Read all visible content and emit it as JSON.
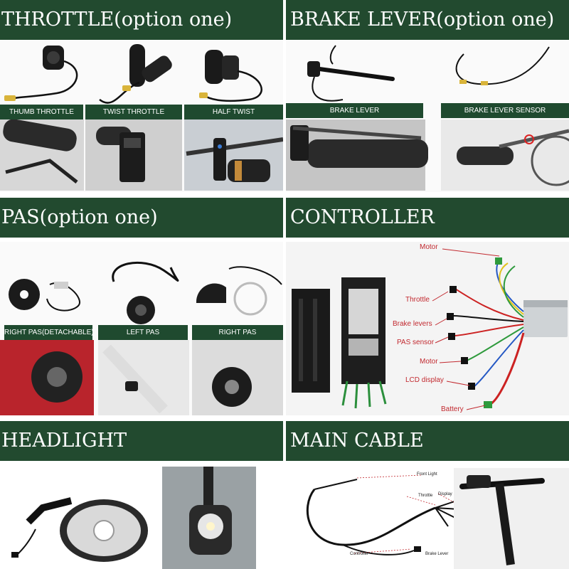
{
  "sections": {
    "throttle": {
      "title": "THROTTLE(option one)",
      "labels": [
        "THUMB THROTTLE",
        "TWIST THROTTLE",
        "HALF TWIST"
      ]
    },
    "brake": {
      "title": "BRAKE LEVER(option one)",
      "labels": [
        "BRAKE LEVER",
        "BRAKE LEVER SENSOR"
      ]
    },
    "pas": {
      "title": "PAS(option one)",
      "labels": [
        "RIGHT PAS(DETACHABLE)",
        "LEFT PAS",
        "RIGHT PAS"
      ]
    },
    "controller": {
      "title": "CONTROLLER",
      "wires": [
        "Motor",
        "Throttle",
        "Brake levers",
        "PAS sensor",
        "Motor",
        "LCD display",
        "Battery"
      ]
    },
    "headlight": {
      "title": "HEADLIGHT"
    },
    "main_cable": {
      "title": "MAIN CABLE",
      "parts": [
        "Front Light",
        "Throttle",
        "Display",
        "Controller",
        "Brake Lever"
      ]
    }
  },
  "colors": {
    "bar": "#224a2f",
    "label": "#1f4a2f",
    "callout": "#c2292f"
  }
}
